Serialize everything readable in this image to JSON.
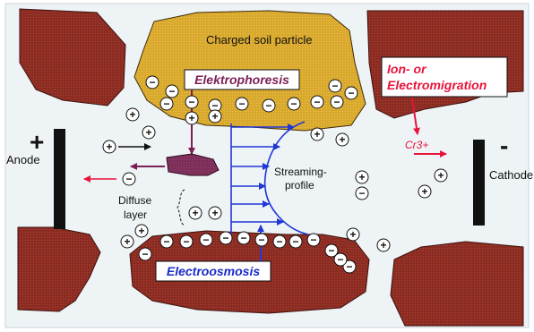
{
  "labels": {
    "charged_particle": "Charged soil particle",
    "elektrophoresis": "Elektrophoresis",
    "ion_line1": "Ion- or",
    "ion_line2": "Electromigration",
    "cr3": "Cr3+",
    "anode": "Anode",
    "anode_sign": "+",
    "cathode": "Cathode",
    "cathode_sign": "-",
    "streaming_line1": "Streaming-",
    "streaming_line2": "profile",
    "diffuse_line1": "Diffuse",
    "diffuse_line2": "layer",
    "electroosmosis": "Electroosmosis"
  },
  "symbols": {
    "minus": "−",
    "plus": "+"
  },
  "colors": {
    "background": "#eef3f6",
    "soil_particle": "#8b2c22",
    "charged_particle": "#d9a92d",
    "electrode": "#111111",
    "migrating_particle": "#7d2f5a",
    "phoresis_text": "#7b1f55",
    "migration_text": "#e8133b",
    "osmosis_text": "#1a2bc8",
    "flow_arrows": "#2036d6"
  }
}
